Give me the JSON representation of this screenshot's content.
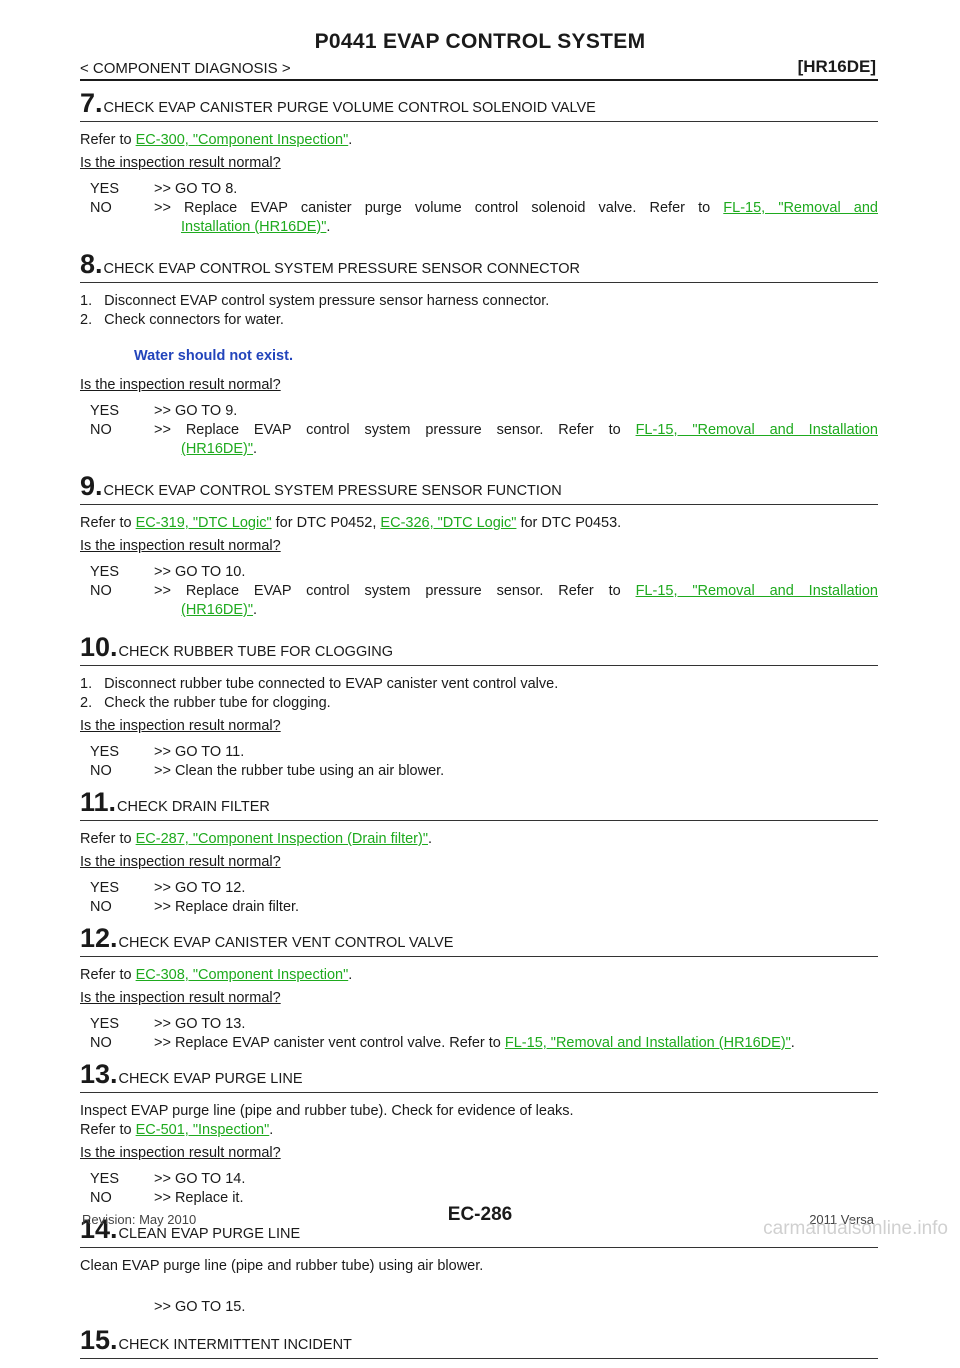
{
  "header": {
    "title": "P0441 EVAP CONTROL SYSTEM",
    "section": "< COMPONENT DIAGNOSIS >",
    "engine": "[HR16DE]"
  },
  "question": "Is the inspection result normal?",
  "steps": {
    "s7": {
      "num": "7.",
      "heading": "CHECK EVAP CANISTER PURGE VOLUME CONTROL SOLENOID VALVE",
      "refer_pre": "Refer to ",
      "link": "EC-300, \"Component Inspection\"",
      "refer_post": ".",
      "yes": ">> GO TO 8.",
      "no_pre": ">> Replace EVAP canister purge volume control solenoid valve. Refer to ",
      "no_link1": "FL-15, \"Removal and",
      "no_link2": "Installation (HR16DE)\"",
      "no_post": "."
    },
    "s8": {
      "num": "8.",
      "heading": "CHECK EVAP CONTROL SYSTEM PRESSURE SENSOR CONNECTOR",
      "item1": "1.   Disconnect EVAP control system pressure sensor harness connector.",
      "item2": "2.   Check connectors for water.",
      "note": "Water should not exist.",
      "yes": ">> GO TO 9.",
      "no_pre": ">> Replace EVAP control system pressure sensor. Refer to ",
      "no_link1": "FL-15, \"Removal and Installation",
      "no_link2": "(HR16DE)\"",
      "no_post": "."
    },
    "s9": {
      "num": "9.",
      "heading": "CHECK EVAP CONTROL SYSTEM PRESSURE SENSOR FUNCTION",
      "refer_pre": "Refer to ",
      "link1": "EC-319, \"DTC Logic\"",
      "mid": " for DTC P0452, ",
      "link2": "EC-326, \"DTC Logic\"",
      "refer_post": " for DTC P0453.",
      "yes": ">> GO TO 10.",
      "no_pre": ">> Replace EVAP control system pressure sensor. Refer to ",
      "no_link1": "FL-15, \"Removal and Installation",
      "no_link2": "(HR16DE)\"",
      "no_post": "."
    },
    "s10": {
      "num": "10.",
      "heading": "CHECK RUBBER TUBE FOR CLOGGING",
      "item1": "1.   Disconnect rubber tube connected to EVAP canister vent control valve.",
      "item2": "2.   Check the rubber tube for clogging.",
      "yes": ">> GO TO 11.",
      "no": ">> Clean the rubber tube using an air blower."
    },
    "s11": {
      "num": "11.",
      "heading": "CHECK DRAIN FILTER",
      "refer_pre": "Refer to ",
      "link": "EC-287, \"Component Inspection (Drain filter)\"",
      "refer_post": ".",
      "yes": ">> GO TO 12.",
      "no": ">> Replace drain filter."
    },
    "s12": {
      "num": "12.",
      "heading": "CHECK EVAP CANISTER VENT CONTROL VALVE",
      "refer_pre": "Refer to ",
      "link": "EC-308, \"Component Inspection\"",
      "refer_post": ".",
      "yes": ">> GO TO 13.",
      "no_pre": ">> Replace EVAP canister vent control valve. Refer to ",
      "no_link": "FL-15, \"Removal and Installation (HR16DE)\"",
      "no_post": "."
    },
    "s13": {
      "num": "13.",
      "heading": "CHECK EVAP PURGE LINE",
      "line1": "Inspect EVAP purge line (pipe and rubber tube). Check for evidence of leaks.",
      "refer_pre": "Refer to ",
      "link": "EC-501, \"Inspection\"",
      "refer_post": ".",
      "yes": ">> GO TO 14.",
      "no": ">> Replace it."
    },
    "s14": {
      "num": "14.",
      "heading": "CLEAN EVAP PURGE LINE",
      "line1": "Clean EVAP purge line (pipe and rubber tube) using air blower.",
      "goto": ">> GO TO 15."
    },
    "s15": {
      "num": "15.",
      "heading": "CHECK INTERMITTENT INCIDENT"
    }
  },
  "labels": {
    "yes": "YES",
    "no": "NO"
  },
  "footer": {
    "revision": "Revision: May 2010",
    "page": "EC-286",
    "model": "2011 Versa",
    "watermark": "carmanualsonline.info"
  },
  "colors": {
    "link": "#1eaa1e",
    "note": "#2244bb"
  }
}
